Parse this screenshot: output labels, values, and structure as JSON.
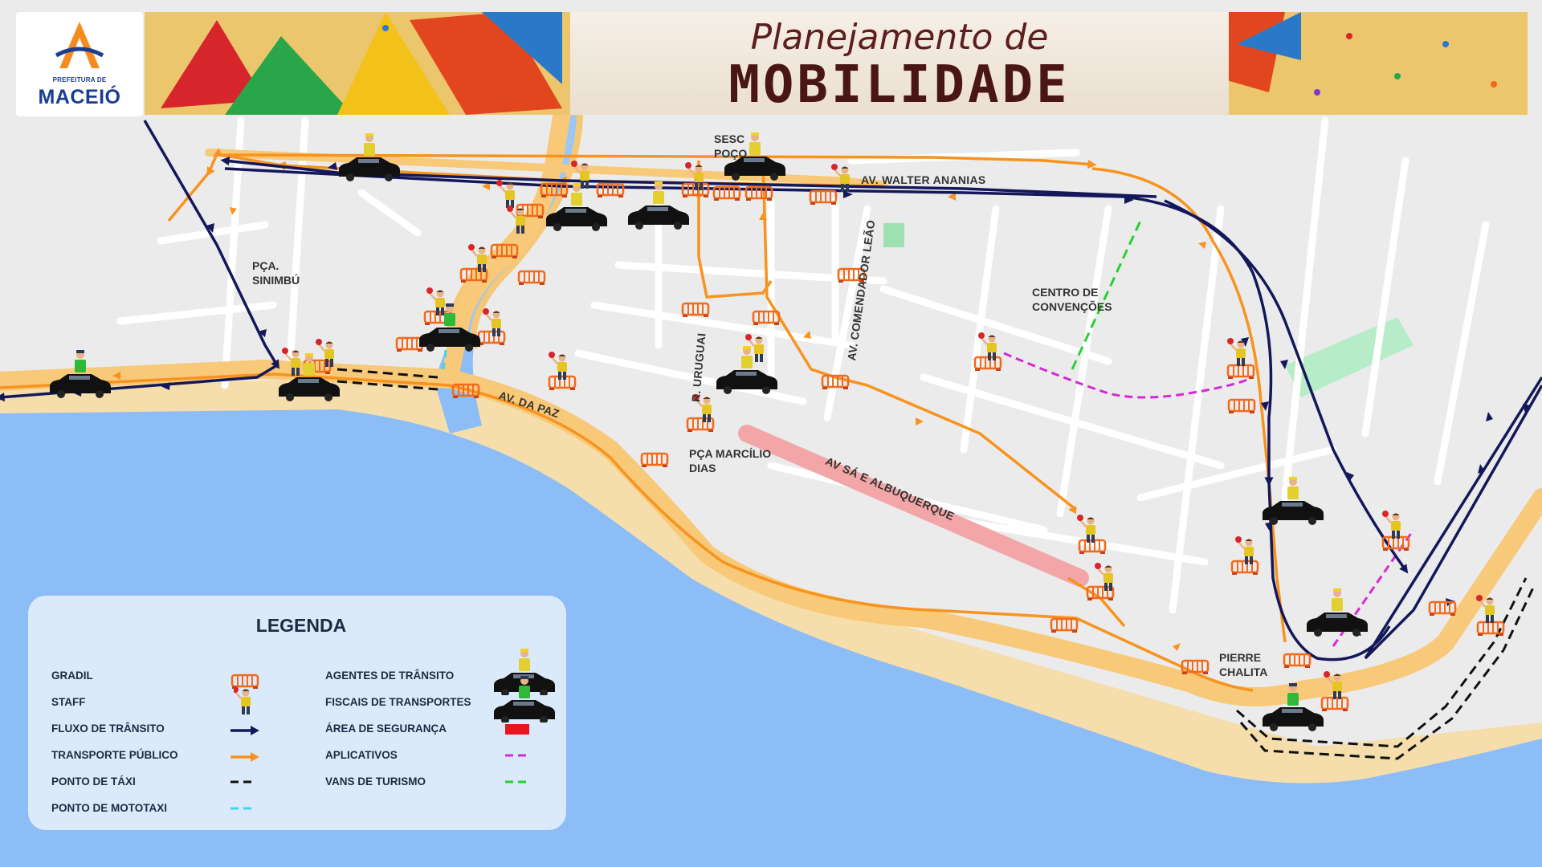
{
  "header": {
    "logo_subtitle": "PREFEITURA DE",
    "logo_name": "MACEIÓ",
    "title_line1": "Planejamento de",
    "title_line2": "MOBILIDADE"
  },
  "map": {
    "street_labels": {
      "walter_ananias": "AV. WALTER ANANIAS",
      "comendador_leao": "AV. COMENDADOR LEÃO",
      "uruguai": "R. URUGUAI",
      "av_da_paz": "AV. DA PAZ",
      "sa_albuquerque": "AV SÁ E ALBUQUERQUE"
    },
    "place_labels": {
      "sesc_line1": "SESC",
      "sesc_line2": "POÇO",
      "sinimbu_line1": "PÇA.",
      "sinimbu_line2": "SINIMBÚ",
      "convencoes_line1": "CENTRO DE",
      "convencoes_line2": "CONVENÇÕES",
      "marcilio_line1": "PÇA MARCÍLIO",
      "marcilio_line2": "DIAS",
      "pierre_line1": "PIERRE",
      "pierre_line2": "CHALITA"
    }
  },
  "legend": {
    "title": "LEGENDA",
    "items": [
      {
        "label": "GRADIL",
        "symbol": "gradil-icon"
      },
      {
        "label": "STAFF",
        "symbol": "staff-icon"
      },
      {
        "label": "FLUXO DE TRÂNSITO",
        "symbol": "navy-arrow",
        "color": "#14185a"
      },
      {
        "label": "TRANSPORTE PÚBLICO",
        "symbol": "orange-arrow",
        "color": "#f7931e"
      },
      {
        "label": "PONTO DE TÁXI",
        "symbol": "black-dash",
        "color": "#111111"
      },
      {
        "label": "PONTO DE MOTOTAXI",
        "symbol": "cyan-dash",
        "color": "#3ad7f0"
      },
      {
        "label": "AGENTES DE TRÂNSITO",
        "symbol": "car-agent-yellow-icon"
      },
      {
        "label": "FISCAIS DE TRANSPORTES",
        "symbol": "car-agent-green-icon"
      },
      {
        "label": "ÁREA DE SEGURANÇA",
        "symbol": "red-box",
        "color": "#e8161f"
      },
      {
        "label": "APLICATIVOS",
        "symbol": "magenta-dash",
        "color": "#d42ad4"
      },
      {
        "label": "VANS DE TURISMO",
        "symbol": "green-dash",
        "color": "#27d12f"
      }
    ]
  },
  "colors": {
    "sea": "#8cbdf7",
    "sand": "#f5deab",
    "road_highlight": "#f8c978",
    "traffic_flow": "#14185a",
    "public_transport": "#f7931e",
    "safety_area": "#f2a6a8",
    "taxi": "#111111",
    "mototaxi": "#3ad7f0",
    "apps": "#d42ad4",
    "vans": "#27d12f"
  }
}
